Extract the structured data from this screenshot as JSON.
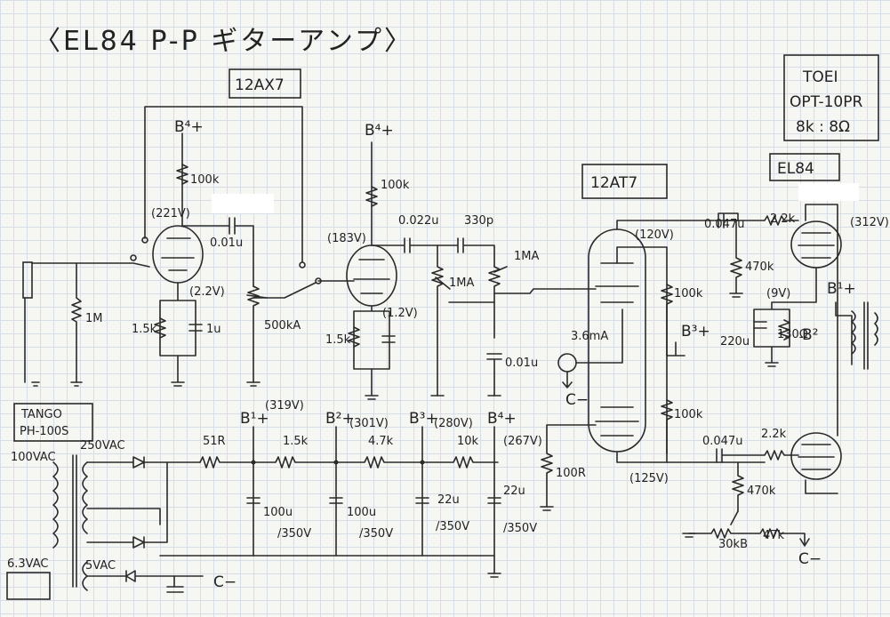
{
  "title": "〈EL84 P-P ギターアンプ〉",
  "tube_labels": {
    "v1": "12AX7",
    "v2": "12AT7",
    "v3": "EL84"
  },
  "transformer_box": {
    "line1": "TOEI",
    "line2": "OPT-10PR",
    "line3": "8k : 8Ω"
  },
  "power_transformer": {
    "line1": "TANGO",
    "line2": "PH-100S"
  },
  "supply_rails": {
    "b1": "B¹+",
    "b1_v": "(319V)",
    "b2": "B²+",
    "b2_v": "(301V)",
    "b3": "B³+",
    "b3_v": "(280V)",
    "b4": "B⁴+",
    "b4_v": "(267V)"
  },
  "supply_parts": {
    "r1": "51R",
    "r2": "1.5k",
    "r3": "4.7k",
    "r4": "10k",
    "c1": "100u",
    "c1v": "/350V",
    "c2": "100u",
    "c2v": "/350V",
    "c3": "22u",
    "c3v": "/350V",
    "c4": "22u",
    "c4v": "/350V"
  },
  "transformer_taps": {
    "primary": "100VAC",
    "hv": "250VAC",
    "heater": "6.3VAC",
    "rect": "5VAC",
    "cminus": "C−"
  },
  "input_stage": {
    "b4": "B⁴+",
    "plate_r": "100k",
    "plate_v": "(221V)",
    "coupling_c": "0.01u",
    "cath_v": "(2.2V)",
    "cath_r": "1.5k",
    "cath_c": "1u",
    "grid_r": "1M",
    "vol": "500kA"
  },
  "second_stage": {
    "b4": "B⁴+",
    "plate_r": "100k",
    "plate_v": "(183V)",
    "c1": "0.022u",
    "c2": "330p",
    "cath_v": "(1.2V)",
    "cath_r": "1.5k",
    "pot1": "1MA",
    "pot2": "1MA",
    "c3": "0.01u"
  },
  "phase_inverter": {
    "top_v": "(120V)",
    "bot_v": "(125V)",
    "r_top": "100k",
    "r_bot": "100k",
    "b3": "B³+",
    "ccs": "3.6mA",
    "grid_r": "100R",
    "cminus": "C−"
  },
  "output_stage": {
    "c_top": "0.047u",
    "c_bot": "0.047u",
    "gs_top": "2.2k",
    "gs_bot": "2.2k",
    "grid_r_top": "470k",
    "grid_r_bot": "470k",
    "screen_v": "(9V)",
    "cath_c": "220u",
    "cath_r": "130Ω",
    "b2": "B²",
    "b1": "B¹+",
    "plate_v": "(312V)",
    "bias_pot": "30kB",
    "bias_r": "47k",
    "cminus": "C−"
  }
}
